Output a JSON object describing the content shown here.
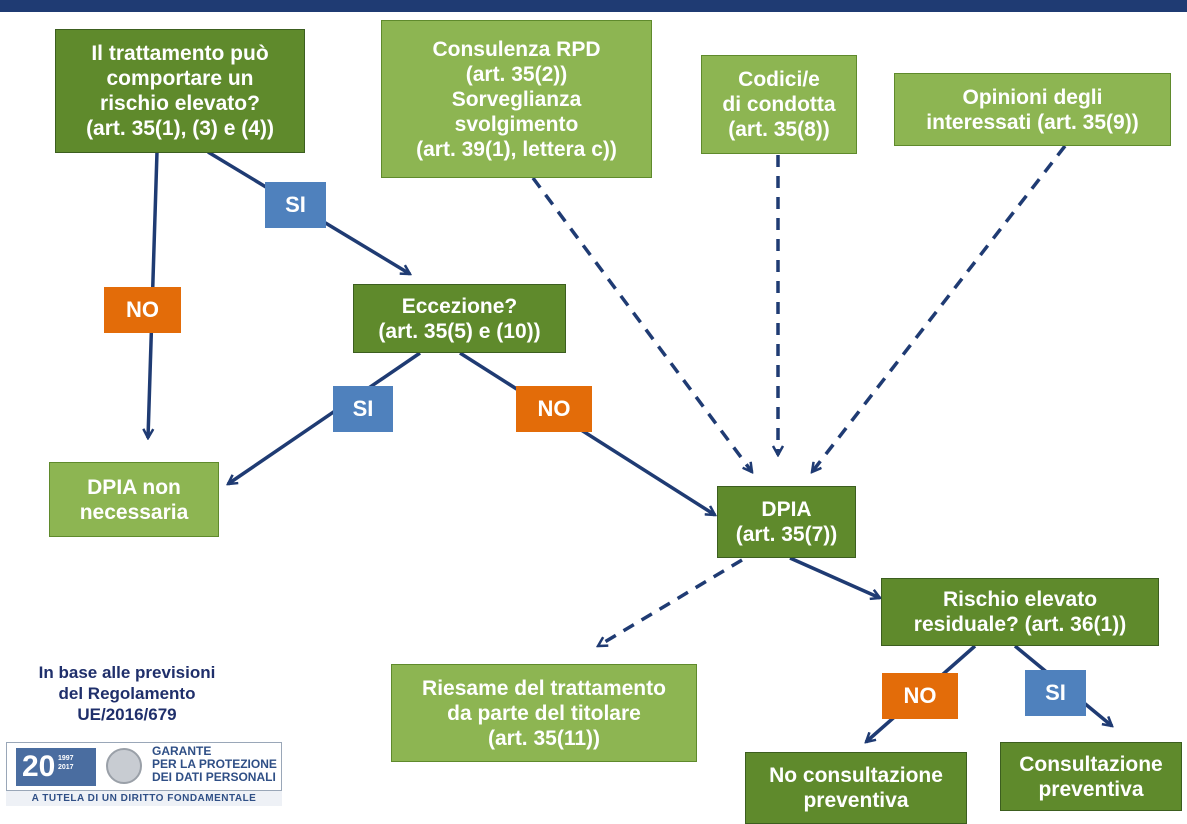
{
  "boxes": {
    "rischio": "Il trattamento può\ncomportare un\nrischio elevato?\n(art. 35(1), (3) e (4))",
    "consulenza": "Consulenza RPD\n(art. 35(2))\nSorveglianza\nsvolgimento\n(art. 39(1), lettera c))",
    "codici": "Codici/e\ndi condotta\n(art. 35(8))",
    "opinioni": "Opinioni degli\ninteressati (art. 35(9))",
    "eccezione": "Eccezione?\n(art. 35(5) e (10))",
    "non_necessaria": "DPIA non\nnecessaria",
    "dpia": "DPIA\n(art. 35(7))",
    "residuale": "Rischio elevato\nresiduale? (art. 36(1))",
    "riesame": "Riesame del trattamento\nda parte del titolare\n(art. 35(11))",
    "no_consultazione": "No consultazione\npreventiva",
    "consultazione": "Consultazione\npreventiva"
  },
  "labels": {
    "si_1": "SI",
    "no_1": "NO",
    "si_2": "SI",
    "no_2": "NO",
    "no_3": "NO",
    "si_3": "SI"
  },
  "note": "In base alle previsioni\ndel Regolamento\nUE/2016/679",
  "logo": {
    "number": "20",
    "years": "1997\n2017",
    "name": "GARANTE\nPER LA PROTEZIONE\nDEI DATI PERSONALI",
    "motto": "A TUTELA DI UN DIRITTO FONDAMENTALE"
  },
  "colors": {
    "dark_box": "#5f8a2c",
    "light_box": "#8db552",
    "si": "#4f81bd",
    "no": "#e36c09",
    "arrow": "#1f3b73"
  }
}
